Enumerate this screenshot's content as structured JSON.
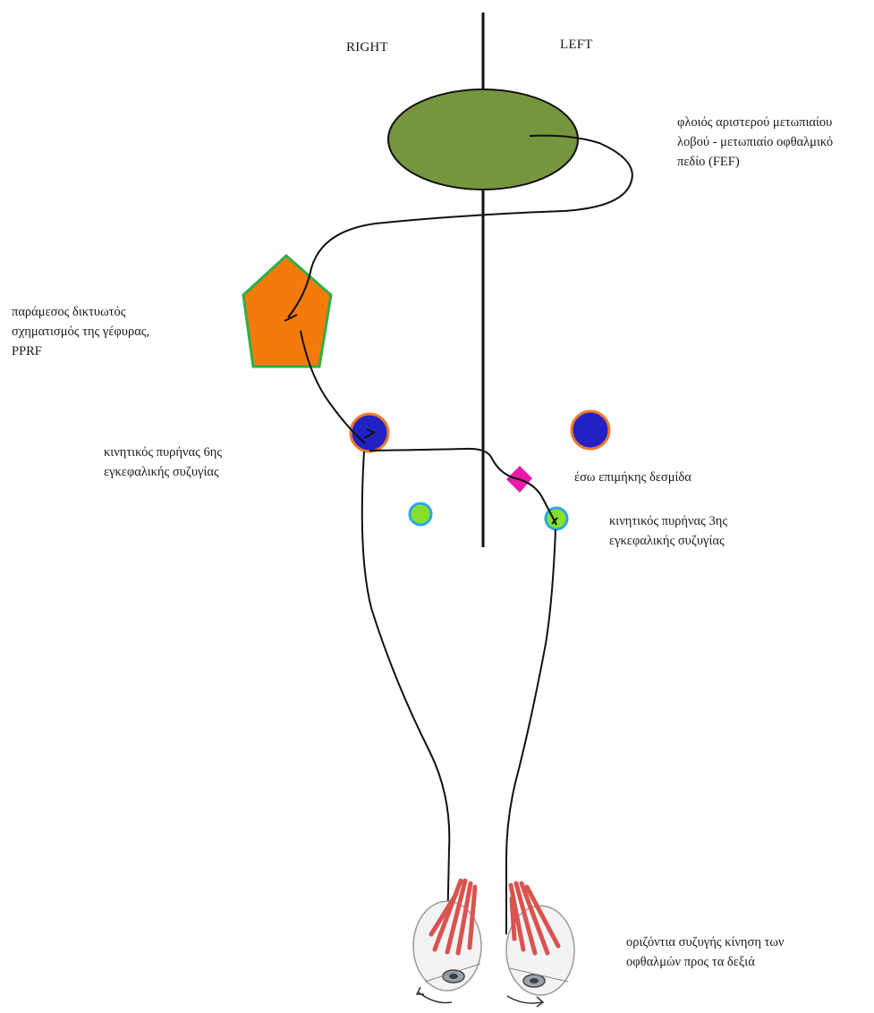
{
  "header": {
    "right": "RIGHT",
    "left": "LEFT"
  },
  "labels": {
    "fef": "φλοιός αριστερού μετωπιαίου\nλοβού - μετωπιαίο οφθαλμικό\nπεδίο (FEF)",
    "pprf": "παράμεσος δικτυωτός\nσχηματισμός της γέφυρας,\nPPRF",
    "abducens": "κινητικός πυρήνας 6ης\nεγκεφαλικής συζυγίας",
    "mlf": "έσω επιμήκης δεσμίδα",
    "oculomotor": "κινητικός πυρήνας 3ης\nεγκεφαλικής συζυγίας",
    "movement": "οριζόντια συζυγής κίνηση των\nοφθαλμών προς τα δεξιά"
  },
  "colors": {
    "fef_fill": "#76963d",
    "pprf_fill": "#f47b0b",
    "pprf_border": "#2fae47",
    "abducens_fill": "#2222c4",
    "abducens_border": "#f07a2a",
    "oculomotor_fill": "#86e02a",
    "oculomotor_border": "#2aa6e8",
    "mlf_fill": "#ea1aa8",
    "pathway": "#111111",
    "muscle": "#d9534f"
  }
}
